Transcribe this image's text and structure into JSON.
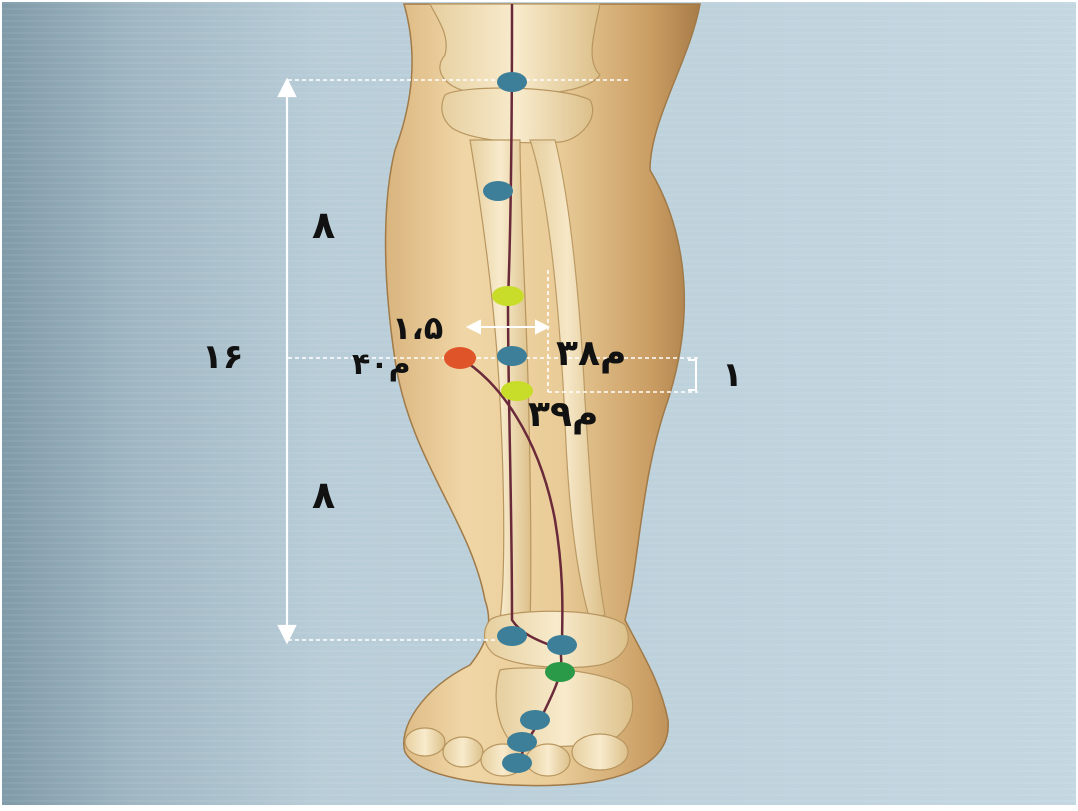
{
  "colors": {
    "background": "#b8cdd8",
    "skin": "#e8cc9c",
    "bone": "#f4e4c0",
    "meridian": "#6a2a3a",
    "point_blue": "#3d7f98",
    "point_yellow": "#c8dc2a",
    "point_orange": "#e0542a",
    "point_green": "#2a9a48",
    "guide_line": "#ffffff"
  },
  "labels": {
    "upper_span": "٨",
    "lower_span": "٨",
    "total_span": "١۶",
    "lateral_offset": "١،۵",
    "vertical_offset": "١",
    "point_m38": "م٣٨",
    "point_m39": "م٣٩",
    "point_m40": "م۴٠"
  },
  "icons": {
    "upper_arrow": "arrow-up-icon",
    "lower_arrow": "arrow-down-icon",
    "horizontal_arrow": "double-arrow-horizontal-icon"
  }
}
